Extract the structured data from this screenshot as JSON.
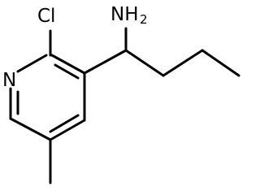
{
  "molecule": {
    "atoms": {
      "nitrogen_ring": "N",
      "chlorine": "Cl",
      "amine": {
        "symbol": "NH",
        "subscript": "2"
      }
    }
  }
}
